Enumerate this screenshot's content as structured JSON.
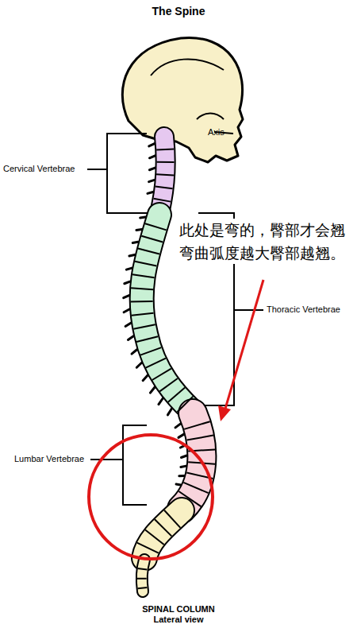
{
  "diagram": {
    "title": "The Spine",
    "caption": "SPINAL COLUMN Lateral view",
    "labels": [
      "Axis",
      "Cervical Vertebrae",
      "此处是弯的，臀部才会翘 弯曲弧度越大臀部越翘。",
      "Thoracic Vertebrae",
      "Lumbar Vertebrae"
    ]
  }
}
